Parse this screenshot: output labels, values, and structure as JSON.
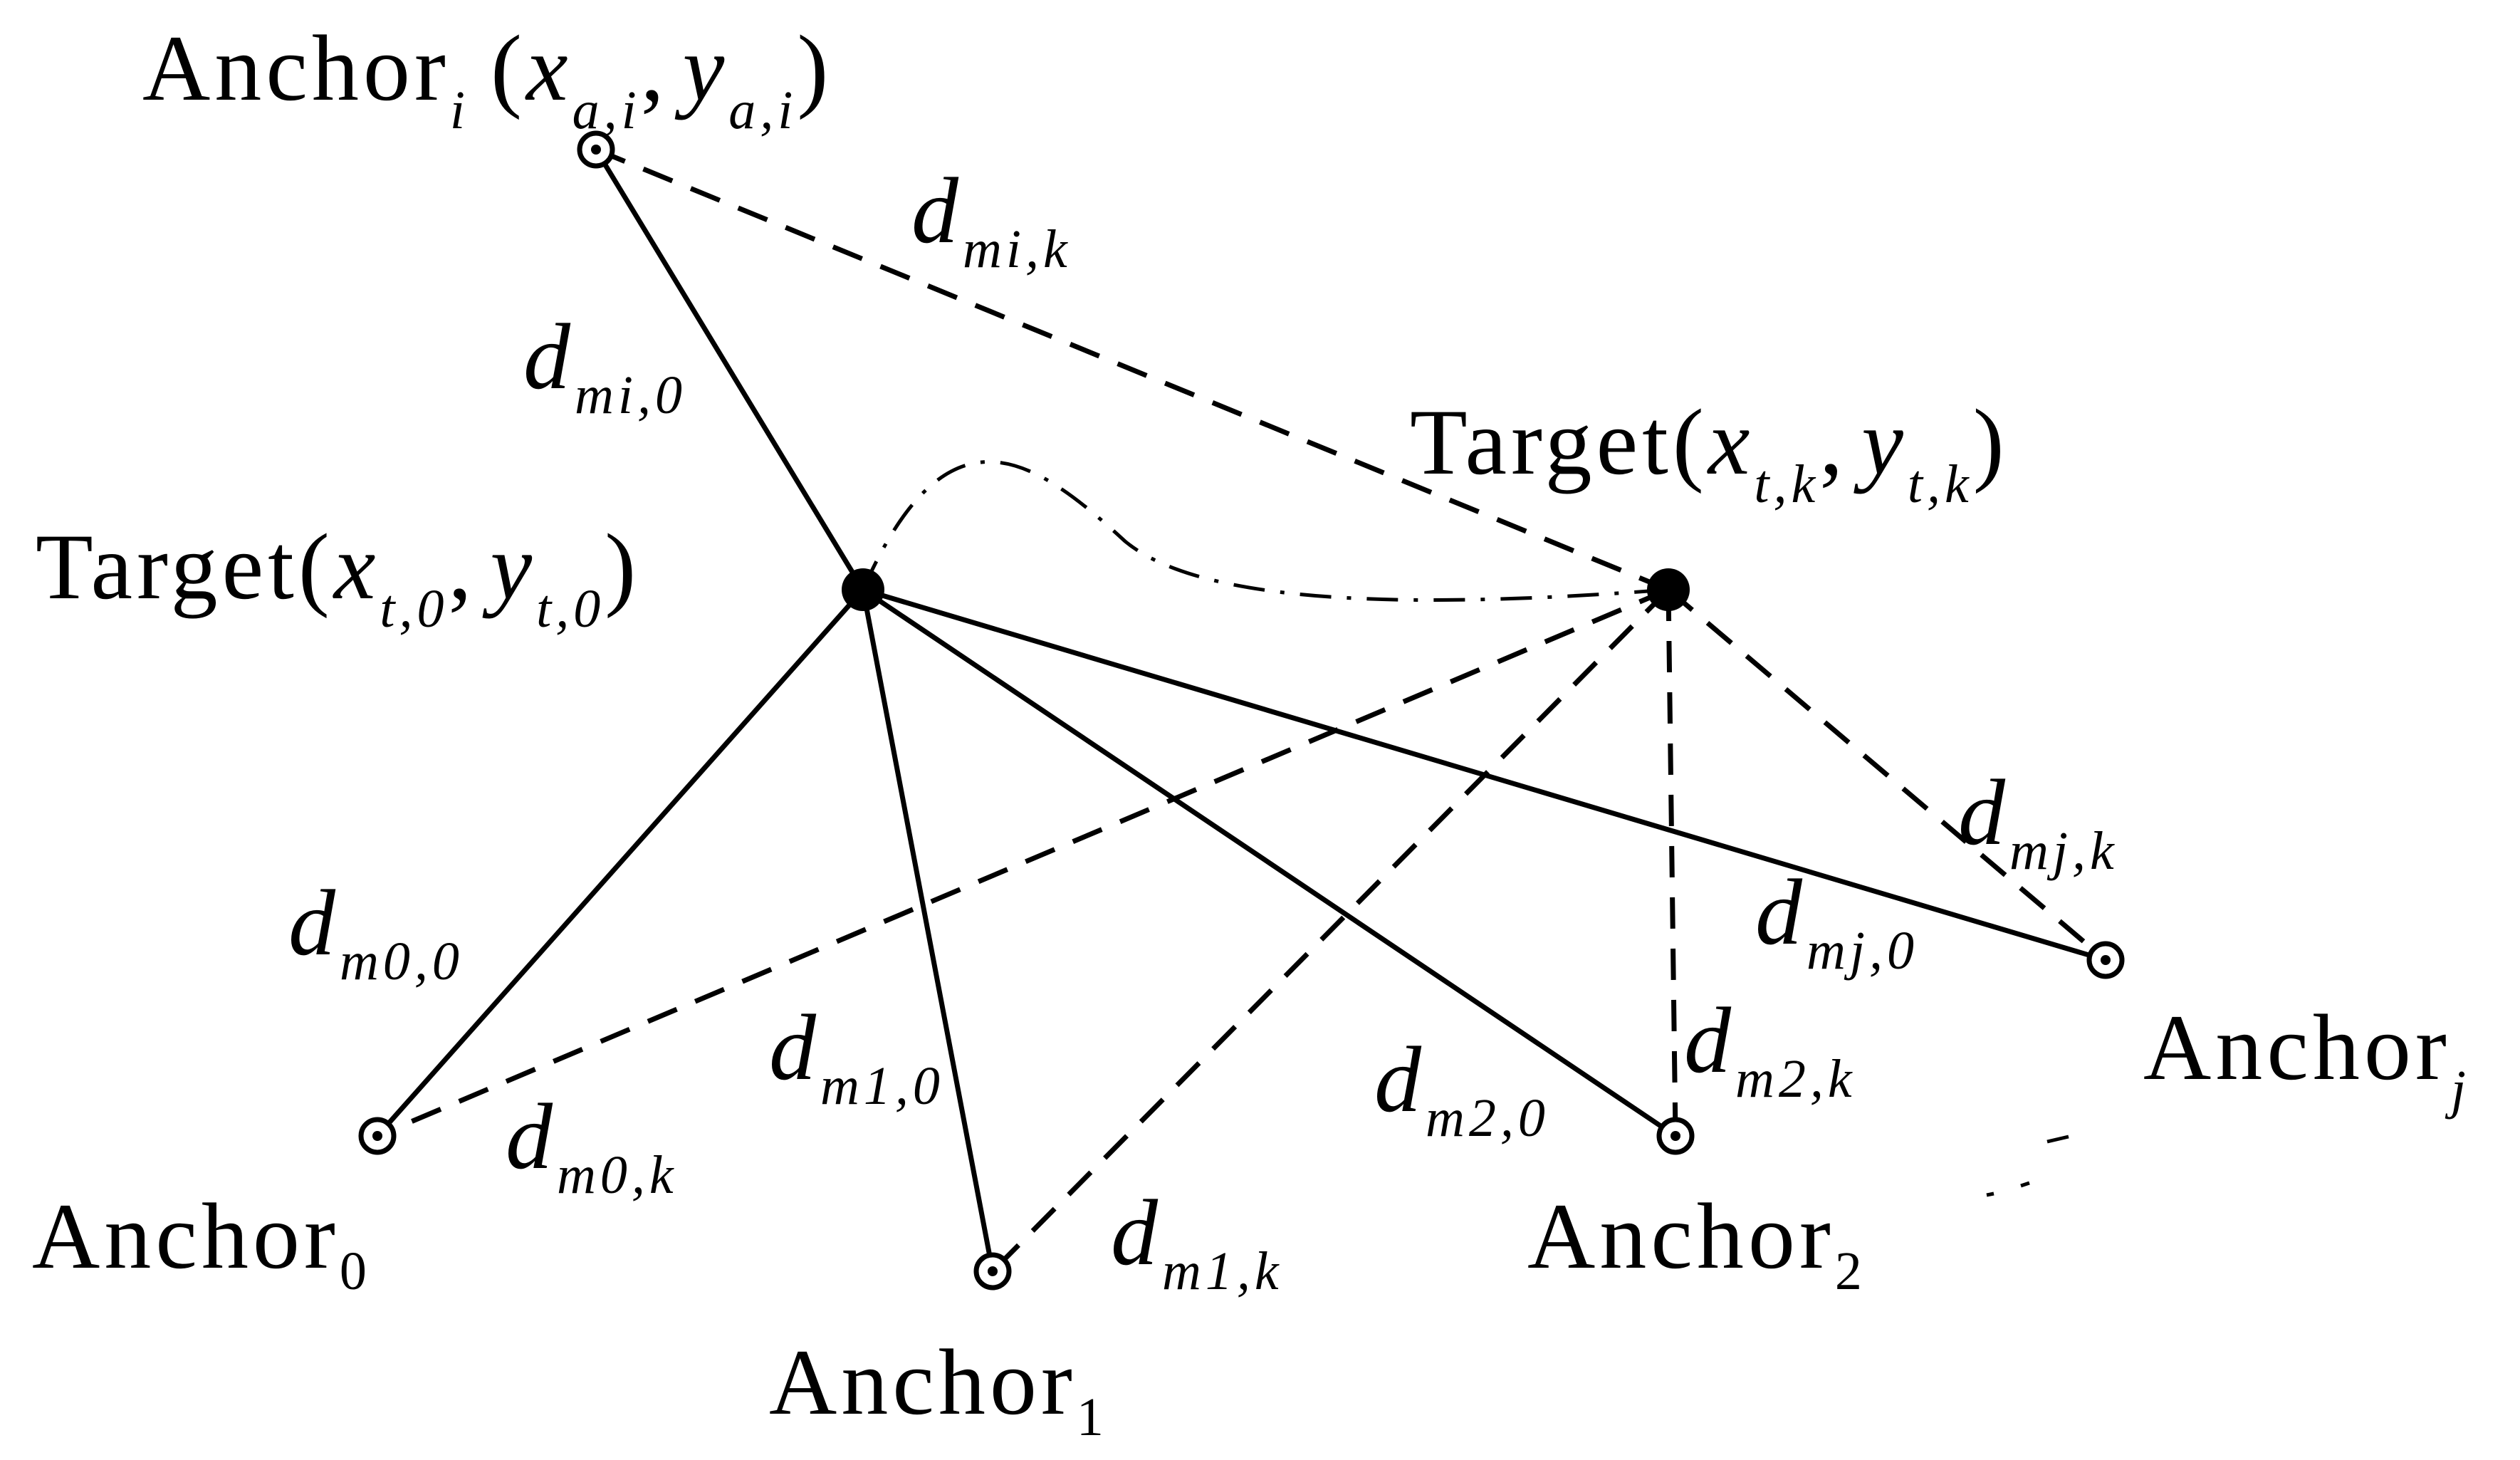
{
  "anchors": {
    "anchor_i": {
      "name": "Anchor",
      "sub": "i",
      "coord_open": "(",
      "x": "x",
      "x_sub": "a,i",
      "comma": ",",
      "y": "y",
      "y_sub": "a,i",
      "coord_close": ")"
    },
    "anchor_0": {
      "name": "Anchor",
      "sub": "0"
    },
    "anchor_1": {
      "name": "Anchor",
      "sub": "1"
    },
    "anchor_2": {
      "name": "Anchor",
      "sub": "2"
    },
    "anchor_j": {
      "name": "Anchor",
      "sub": "j"
    }
  },
  "targets": {
    "target_0": {
      "name": "Target",
      "coord_open": "(",
      "x": "x",
      "x_sub": "t,0",
      "comma": ",",
      "y": "y",
      "y_sub": "t,0",
      "coord_close": ")"
    },
    "target_k": {
      "name": "Target",
      "coord_open": "(",
      "x": "x",
      "x_sub": "t,k",
      "comma": ",",
      "y": "y",
      "y_sub": "t,k",
      "coord_close": ")"
    }
  },
  "distances": {
    "d_mi_0": {
      "d": "d",
      "sub": "mi,0"
    },
    "d_mi_k": {
      "d": "d",
      "sub": "mi,k"
    },
    "d_m0_0": {
      "d": "d",
      "sub": "m0,0"
    },
    "d_m0_k": {
      "d": "d",
      "sub": "m0,k"
    },
    "d_m1_0": {
      "d": "d",
      "sub": "m1,0"
    },
    "d_m1_k": {
      "d": "d",
      "sub": "m1,k"
    },
    "d_m2_0": {
      "d": "d",
      "sub": "m2,0"
    },
    "d_m2_k": {
      "d": "d",
      "sub": "m2,k"
    },
    "d_mj_0": {
      "d": "d",
      "sub": "mj,0"
    },
    "d_mj_k": {
      "d": "d",
      "sub": "mj,k"
    }
  }
}
